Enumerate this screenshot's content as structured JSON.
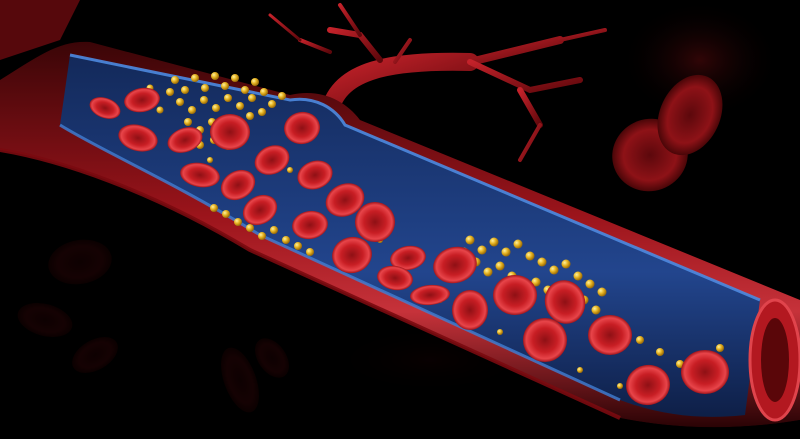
{
  "scene": {
    "colors": {
      "background": "#000000",
      "vessel_wall": "#8a0f16",
      "vessel_lumen": "#1d3a78",
      "vessel_lining": "#3f7fd6",
      "red_blood_cell": "#c81e24",
      "cholesterol_deposit": "#e0b020"
    },
    "elements": [
      "blood-vessel-cutaway",
      "capillary-branch",
      "red-blood-cells",
      "cholesterol-particles",
      "floating-cells"
    ]
  }
}
